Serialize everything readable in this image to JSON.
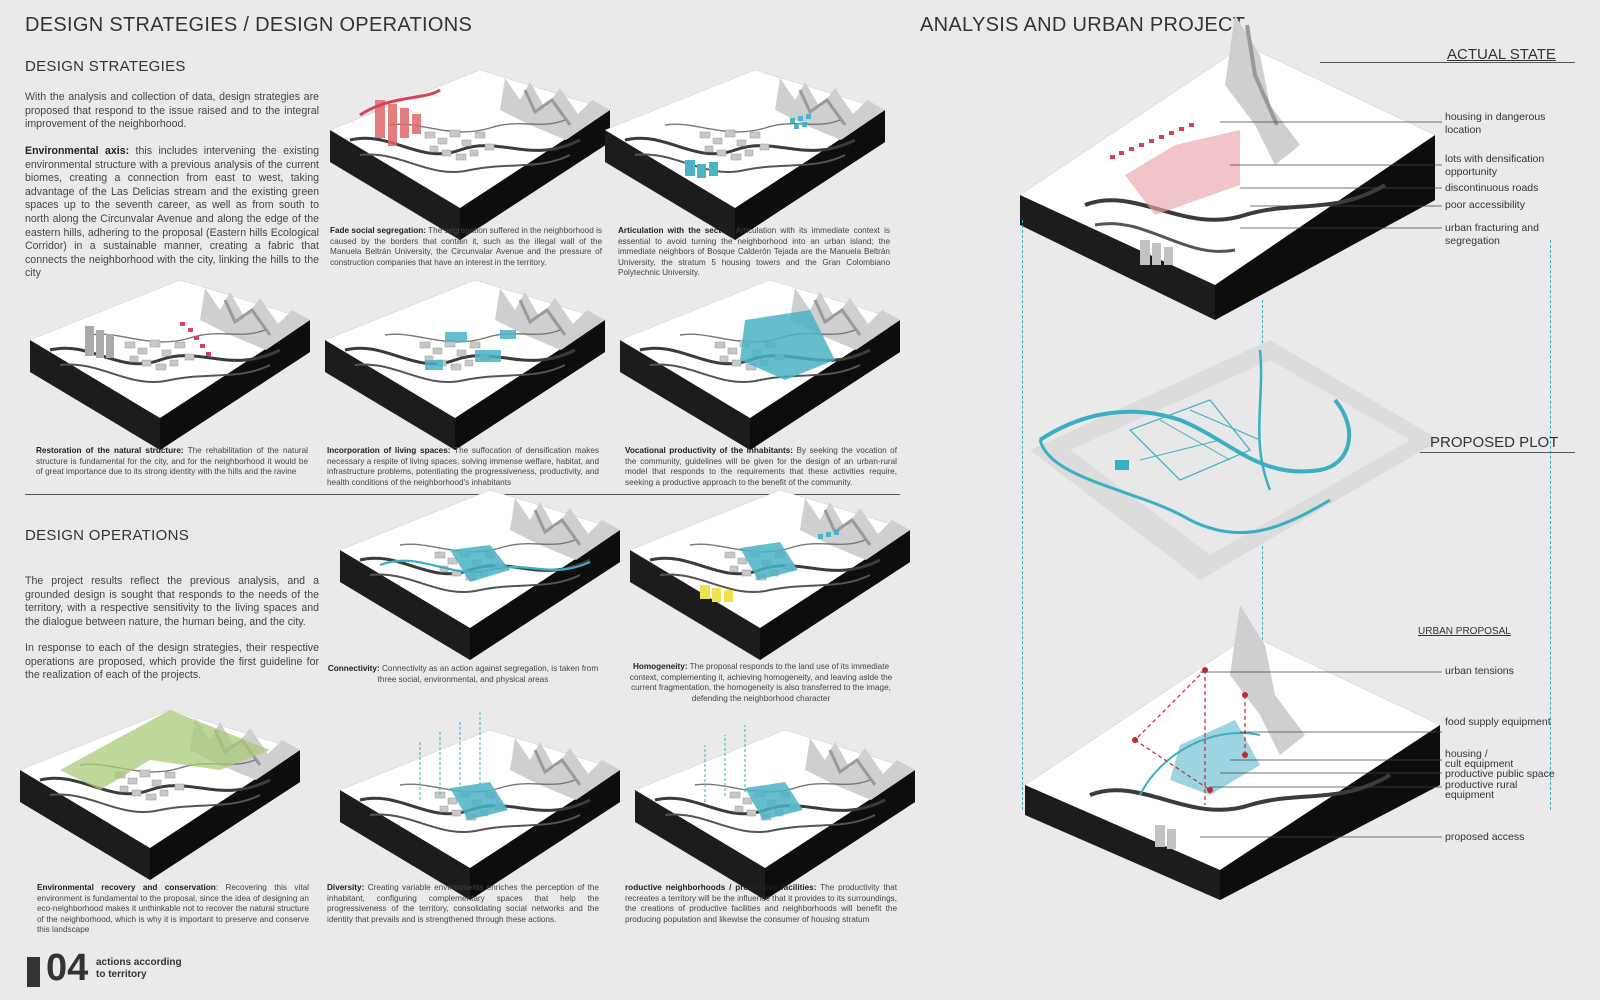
{
  "left_title": "DESIGN STRATEGIES / DESIGN OPERATIONS",
  "strategies": {
    "heading": "DESIGN STRATEGIES",
    "intro": "With the analysis and collection of data, design strategies are proposed that respond to the issue raised and to the integral improvement of the neighborhood.",
    "env_axis_title": "Environmental axis:",
    "env_axis_text": " this includes intervening the existing environmental structure with a previous analysis of the current biomes, creating a connection from east to west, taking advantage of the Las Delicias stream and the existing green spaces up to the seventh career, as well as from south to north along the Circunvalar Avenue and along the edge of the eastern hills, adhering to the proposal (Eastern hills Ecological Corridor) in a sustainable manner, creating a fabric that connects the neighborhood with the city, linking the hills to the city",
    "captions": [
      {
        "title": "Fade social segregation:",
        "text": " The segregation suffered in the neighborhood is caused by the borders that contain it, such as the illegal wall of the Manuela Beltrán University, the Circunvalar Avenue and the pressure of construction companies that have an interest in the territory."
      },
      {
        "title": "Articulation with the sector:",
        "text": " Articulation with its immediate context is essential to avoid turning the neighborhood into an urban island; the immediate neighbors of Bosque Calderón Tejada are the Manuela Beltrán University, the stratum 5 housing towers and the Gran Colombiano Polytechnic University."
      },
      {
        "title": "Restoration of the natural structure:",
        "text": " The rehabilitation of the natural structure is fundamental for the city, and for the neighborhood it would be of great importance due to its strong identity with the hills and the ravine"
      },
      {
        "title": "Incorporation of living spaces:",
        "text": " The suffocation of densification makes necessary a respite of living spaces, solving immense welfare, habitat, and infrastructure problems, potentiating the progressiveness, productivity, and health conditions of the neighborhood's inhabitants"
      },
      {
        "title": "Vocational productivity of the inhabitants:",
        "text": " By seeking the vocation of the community, guidelines will be given for the design of an urban-rural model that responds to the requirements that these activities require, seeking a productive approach to the benefit of the community."
      }
    ]
  },
  "operations": {
    "heading": "DESIGN OPERATIONS",
    "intro1": "The project results reflect the previous analysis, and a grounded design is sought that responds to the needs of the territory, with a respective sensitivity to the living spaces and the dialogue between nature, the human being, and the city.",
    "intro2": "In response to each of the design strategies, their respective operations are proposed, which provide the first guideline for the realization of each of the projects.",
    "captions": [
      {
        "title": "Connectivity:",
        "text": " Connectivity as an action against segregation, is taken from three social, environmental, and physical areas"
      },
      {
        "title": "Homogeneity:",
        "text": " The proposal responds to the land use of its immediate context, complementing it, achieving homogeneity, and leaving aside the current fragmentation, the homogeneity is also transferred to the image, defending the neighborhood character"
      },
      {
        "title": "Environmental recovery and conservation",
        "text": ": Recovering this vital environment is fundamental to the proposal, since the idea of designing an eco-neighborhood makes it unthinkable not to recover the natural structure of the neighborhood, which is why it is important to preserve and conserve this landscape"
      },
      {
        "title": "Diversity:",
        "text": " Creating variable environments enriches the perception of the inhabitant, configuring complementary spaces that help the progressiveness of the territory, consolidating social networks and the identity that prevails and is strengthened through these actions."
      },
      {
        "title": "roductive neighborhoods / productive facilities:",
        "text": " The productivity that recreates a territory will be the influence that it provides to its surroundings, the creations of productive facilities and neighborhoods will benefit the producing population and likewise the consumer of housing stratum"
      }
    ]
  },
  "footer": {
    "number": "04",
    "line1": "actions according",
    "line2": "to territory"
  },
  "right_title": "ANALYSIS AND URBAN PROJECT",
  "actual_state": {
    "title": "ACTUAL STATE",
    "labels": [
      "housing in dangerous location",
      "lots with densification opportunity",
      "discontinuous roads",
      "poor accessibility",
      "urban fracturing and segregation"
    ]
  },
  "proposed_plot": {
    "title": "PROPOSED PLOT"
  },
  "urban_proposal": {
    "title": "URBAN PROPOSAL",
    "labels": [
      "urban tensions",
      "food supply equipment",
      "housing /",
      "cult equipment",
      "productive public space",
      "productive rural equipment",
      "proposed access"
    ]
  },
  "colors": {
    "teal": "#3aaec3",
    "red": "#d9415a",
    "green": "#a9c97a",
    "yellow": "#f0e24a",
    "terrain_side": "#1a1a1a",
    "background": "#eaeaea"
  }
}
